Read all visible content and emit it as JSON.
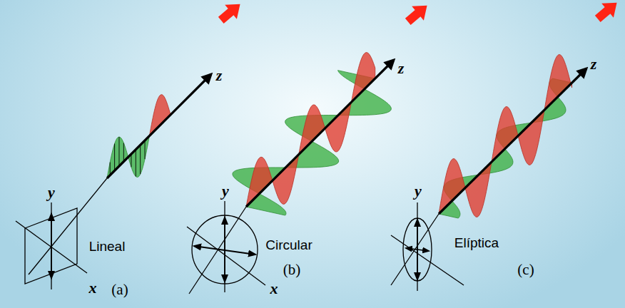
{
  "diagram": {
    "labels": [
      "y",
      "z",
      "x",
      "Lineal",
      "(a)",
      "y",
      "z",
      "x",
      "Circular",
      "(b)",
      "y",
      "z",
      "Elíptica",
      "(c)"
    ]
  }
}
